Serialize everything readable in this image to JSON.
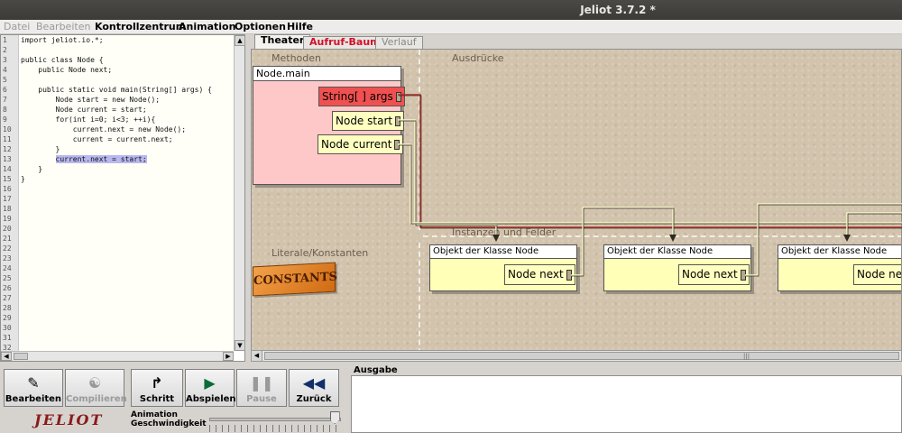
{
  "window": {
    "title": "Jeliot 3.7.2 *"
  },
  "menu": [
    {
      "label": "Datei",
      "enabled": false
    },
    {
      "label": "Bearbeiten",
      "enabled": false
    },
    {
      "label": "Kontrollzentrum",
      "enabled": true
    },
    {
      "label": "Animation",
      "enabled": true
    },
    {
      "label": "Optionen",
      "enabled": true
    },
    {
      "label": "Hilfe",
      "enabled": true
    }
  ],
  "editor": {
    "line_numbers": [
      "1",
      "2",
      "3",
      "4",
      "5",
      "6",
      "7",
      "8",
      "9",
      "10",
      "11",
      "12",
      "13",
      "14",
      "15",
      "16",
      "17",
      "18",
      "19",
      "20",
      "21",
      "22",
      "23",
      "24",
      "25",
      "26",
      "27",
      "28",
      "29",
      "30",
      "31",
      "32"
    ],
    "lines": [
      "import jeliot.io.*;",
      "",
      "public class Node {",
      "    public Node next;",
      "",
      "    public static void main(String[] args) {",
      "        Node start = new Node();",
      "        Node current = start;",
      "        for(int i=0; i<3; ++i){",
      "            current.next = new Node();",
      "            current = current.next;",
      "        }",
      "        current.next = start;",
      "    }",
      "}"
    ],
    "highlighted_line": 13
  },
  "tabs": [
    {
      "label": "Theater",
      "state": "active"
    },
    {
      "label": "Aufruf-Baum",
      "state": "highlight"
    },
    {
      "label": "Verlauf",
      "state": "disabled"
    }
  ],
  "theater": {
    "sections": {
      "methods": "Methoden",
      "expressions": "Ausdrücke",
      "instances": "Instanzen und Felder",
      "literals": "Literale/Konstanten"
    },
    "method_frame": {
      "title": "Node.main",
      "variables": [
        "String[ ] args",
        "Node start",
        "Node current"
      ]
    },
    "constants_label": "CONSTANTS",
    "objects": [
      {
        "title": "Objekt der Klasse Node",
        "field": "Node next"
      },
      {
        "title": "Objekt der Klasse Node",
        "field": "Node next"
      },
      {
        "title": "Objekt der Klasse Node",
        "field": "Node next"
      }
    ]
  },
  "controls": {
    "buttons": [
      {
        "label": "Bearbeiten",
        "icon": "edit-icon",
        "enabled": true
      },
      {
        "label": "Compilieren",
        "icon": "compile-icon",
        "enabled": false
      },
      {
        "label": "Schritt",
        "icon": "step-icon",
        "enabled": true
      },
      {
        "label": "Abspielen",
        "icon": "play-icon",
        "enabled": true
      },
      {
        "label": "Pause",
        "icon": "pause-icon",
        "enabled": false
      },
      {
        "label": "Zurück",
        "icon": "rewind-icon",
        "enabled": true
      }
    ],
    "logo": "JELIOT",
    "speed_label_1": "Animation",
    "speed_label_2": "Geschwindigkeit",
    "speed_value": 0.95
  },
  "output": {
    "label": "Ausgabe",
    "text": ""
  }
}
